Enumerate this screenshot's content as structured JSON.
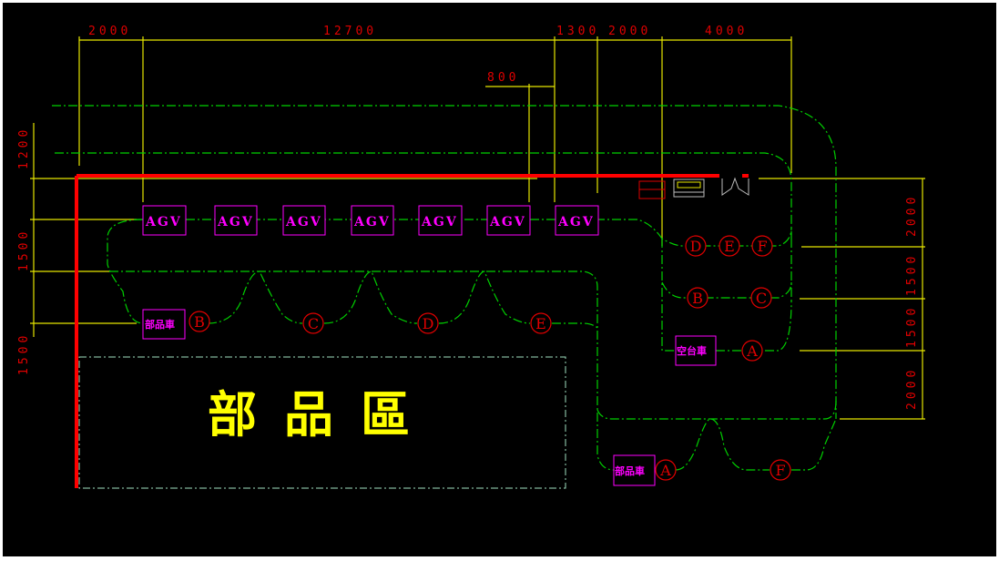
{
  "top_dims": [
    "2000",
    "12700",
    "1300",
    "2000",
    "4000"
  ],
  "sub_dim": "800",
  "left_dims": [
    "1200",
    "1500",
    "1500"
  ],
  "right_dims": [
    "2000",
    "1500",
    "1500",
    "2000"
  ],
  "agv_label": "AGV",
  "agv_count": 7,
  "parts_cart": "部品車",
  "empty_cart": "空台車",
  "area_label": "部品區",
  "row_stations": [
    "B",
    "C",
    "D",
    "E"
  ],
  "right_stations_top": [
    "D",
    "E",
    "F"
  ],
  "right_stations_mid": [
    "B",
    "C"
  ],
  "right_station_empty": "A",
  "bottom_stations": [
    "A",
    "F"
  ],
  "colors": {
    "background": "#000000",
    "route": "#00d000",
    "wall": "#ff0000",
    "dimension": "#e6e600",
    "label": "#ff00ff"
  }
}
